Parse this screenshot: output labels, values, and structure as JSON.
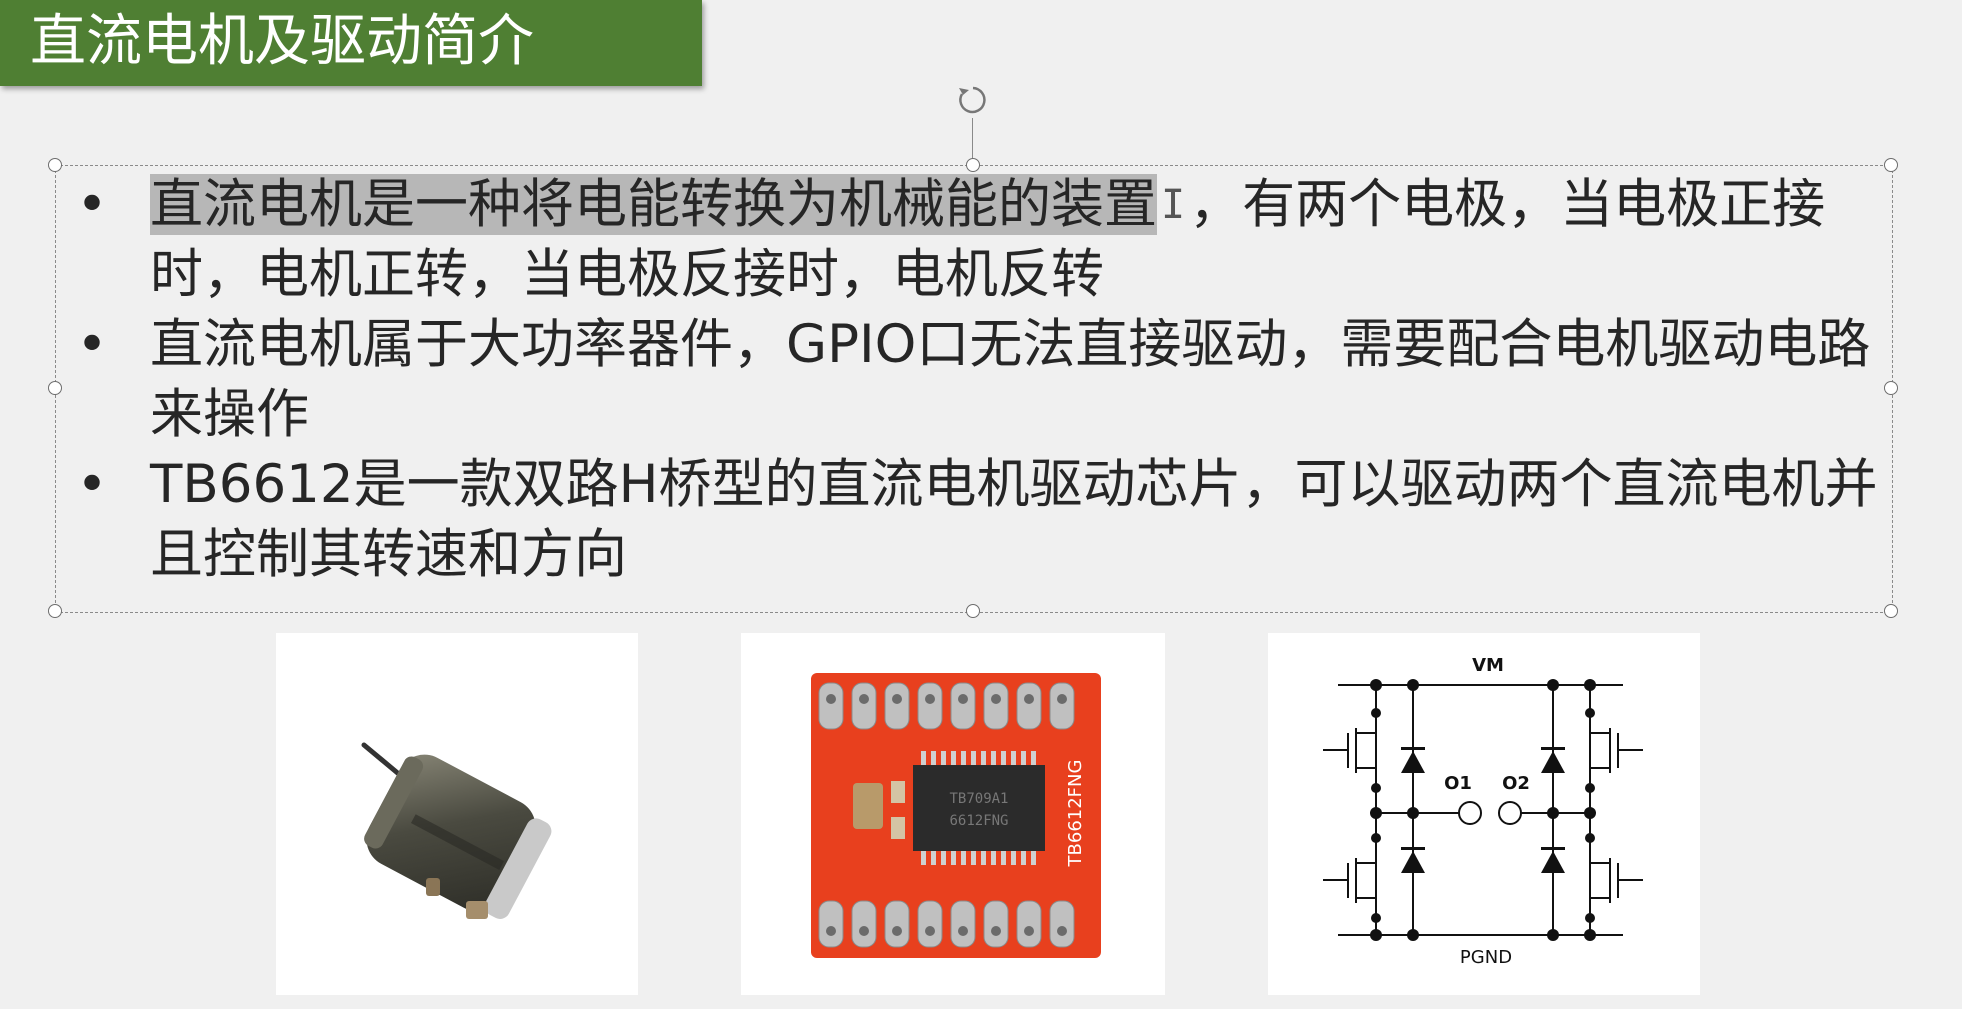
{
  "slide": {
    "title": "直流电机及驱动简介",
    "bullets": [
      {
        "highlight": "直流电机是一种将电能转换为机械能的装置",
        "text": "，有两个电极，当电极正接时，电机正转，当电极反接时，电机反转"
      },
      {
        "highlight": "",
        "text": "直流电机属于大功率器件，GPIO口无法直接驱动，需要配合电机驱动电路来操作"
      },
      {
        "highlight": "",
        "text": "TB6612是一款双路H桥型的直流电机驱动芯片，可以驱动两个直流电机并且控制其转速和方向"
      }
    ],
    "bullet_symbol": "•",
    "text_cursor": "I"
  },
  "chip_image": {
    "chip_label_1": "TB709A1",
    "chip_label_2": "6612FNG",
    "board_label": "TB6612FNG"
  },
  "circuit": {
    "vm": "VM",
    "pgnd": "PGND",
    "o1": "O1",
    "o2": "O2"
  },
  "colors": {
    "title_bg": "#4f7f33",
    "highlight": "#b7b7b7",
    "board": "#e8401e"
  }
}
